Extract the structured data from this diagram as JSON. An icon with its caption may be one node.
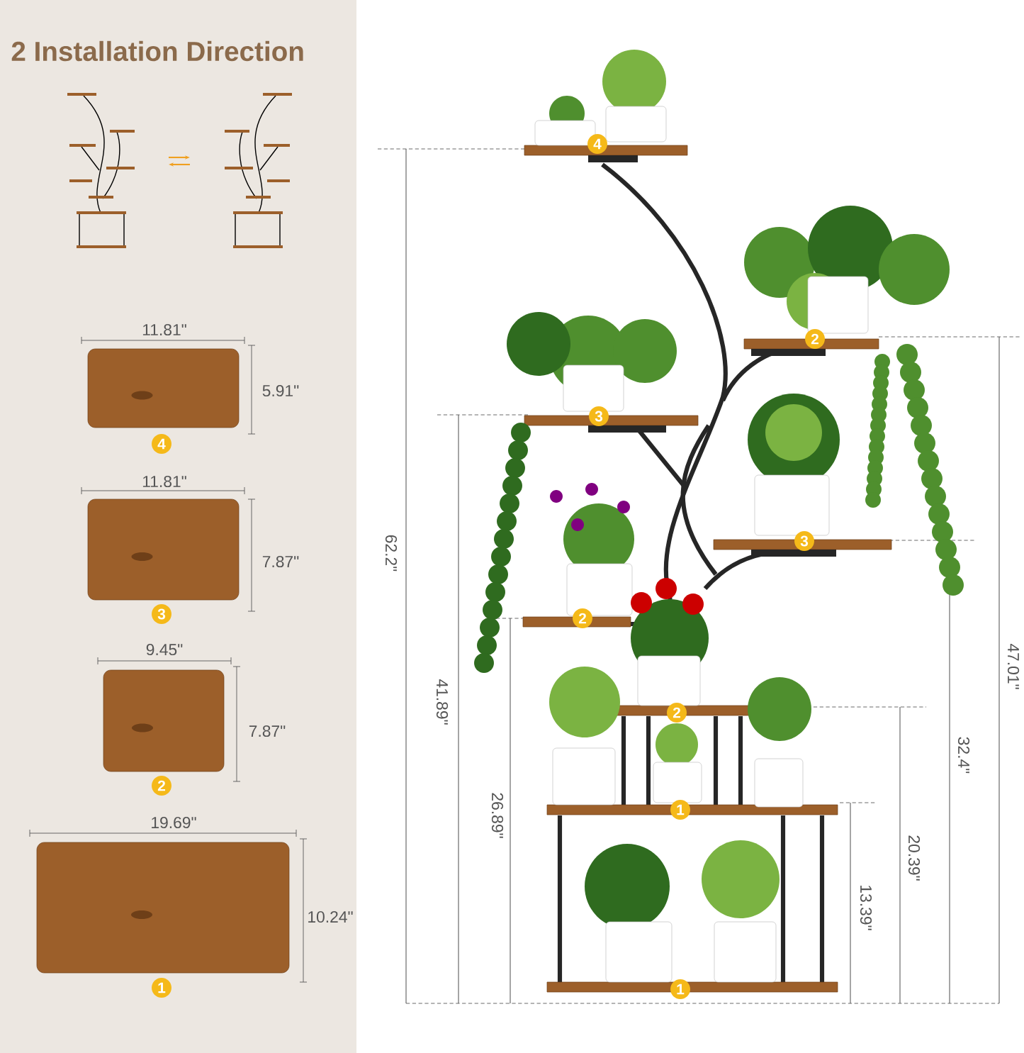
{
  "diagram": {
    "title": "2 Installation Direction",
    "labels": [
      "11.81\"",
      "5.91\"",
      "4",
      "11.81\"",
      "7.87\"",
      "3",
      "9.45\"",
      "7.87\"",
      "2",
      "19.69\"",
      "10.24\"",
      "1",
      "4",
      "2",
      "3",
      "3",
      "2",
      "2",
      "1",
      "1",
      "62.2\"",
      "47.01\"",
      "41.89\"",
      "32.4\"",
      "26.89\"",
      "20.39\"",
      "13.39\""
    ]
  }
}
